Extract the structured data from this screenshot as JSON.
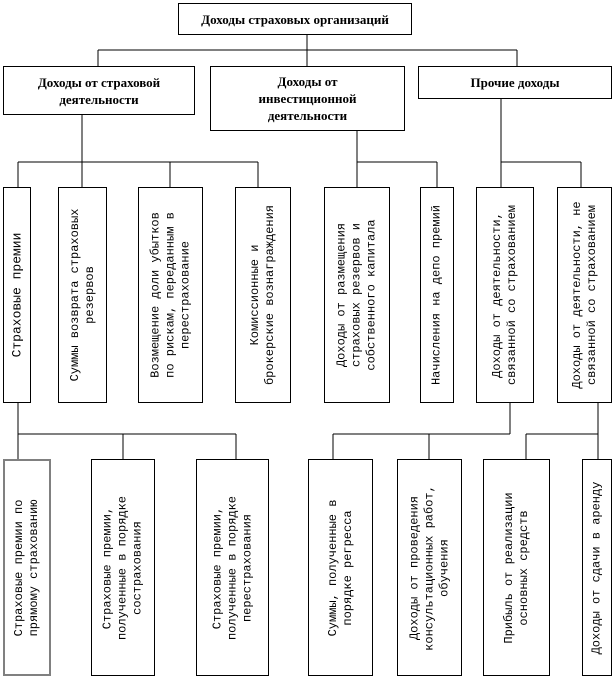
{
  "root": {
    "label": "Доходы страховых организаций"
  },
  "groups": [
    {
      "label": "Доходы от страховой\nдеятельности"
    },
    {
      "label": "Доходы от\nинвестиционной\nдеятельности"
    },
    {
      "label": "Прочие доходы"
    }
  ],
  "level3": [
    {
      "label": "Страховые премии"
    },
    {
      "label": "Суммы возврата страховых\nрезервов"
    },
    {
      "label": "Возмещение доли убытков\nпо рискам, переданным в\nперестрахование"
    },
    {
      "label": "Комиссионные и\nброкерские вознаграждения"
    },
    {
      "label": "Доходы от размещения\nстраховых резервов и\nсобственного капитала"
    },
    {
      "label": "Начисления на депо премий"
    },
    {
      "label": "Доходы от деятельности,\nсвязанной со страхованием"
    },
    {
      "label": "Доходы от деятельности, не\nсвязанной со страхованием"
    }
  ],
  "level4": [
    {
      "label": "Страховые премии по\nпрямому страхованию"
    },
    {
      "label": "Страховые премии,\nполученные в порядке\nсострахования"
    },
    {
      "label": "Страховые премии,\nполученные в порядке\nперестрахования"
    },
    {
      "label": "Суммы, полученные в\nпорядке регресса"
    },
    {
      "label": "Доходы от проведения\nконсультационных работ,\nобучения"
    },
    {
      "label": "Прибыль от реализации\nосновных средств"
    },
    {
      "label": "Доходы от сдачи в аренду"
    }
  ]
}
